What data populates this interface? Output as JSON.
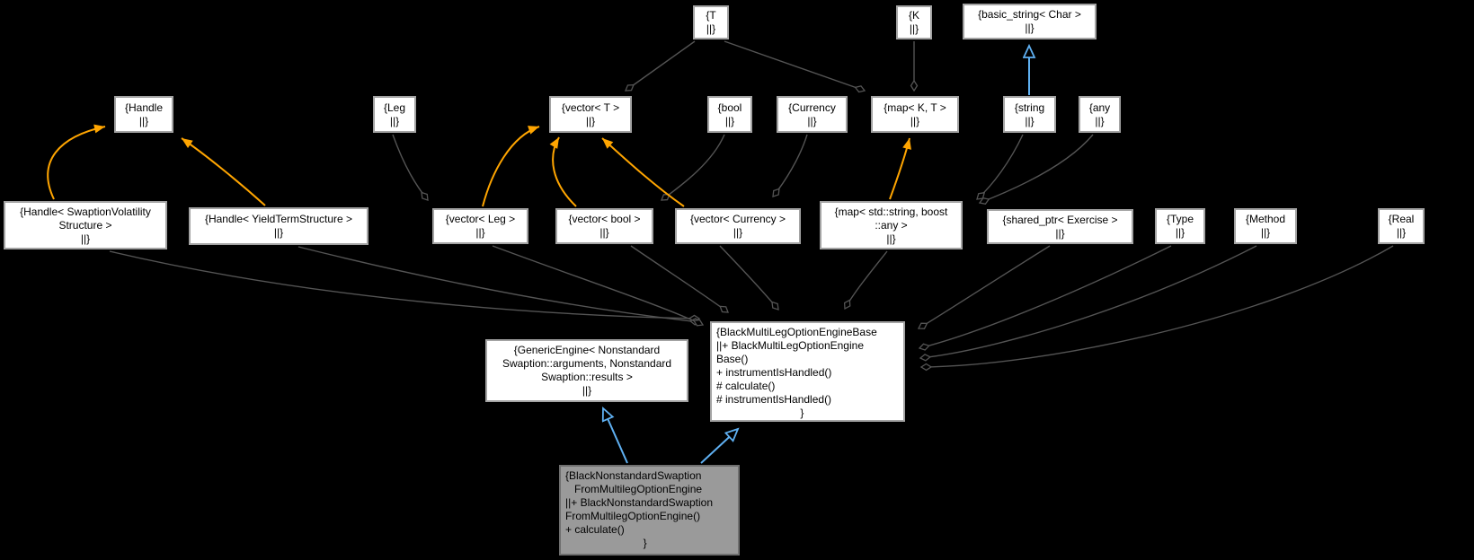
{
  "diagram": {
    "title": "Collaboration graph for BlackNonstandardSwaptionFromMultilegOptionEngine",
    "colors": {
      "background": "#000000",
      "node_fill": "#ffffff",
      "node_border": "#a3a3a3",
      "selected_node_fill": "#9a9a9a",
      "selected_node_border": "#6f6f6f",
      "text": "#000000",
      "usage_edge": "#545454",
      "aggregation_edge": "#ffa500",
      "inheritance_edge": "#5fb0f2"
    },
    "nodes": {
      "t": {
        "label": "{T\n||}"
      },
      "k": {
        "label": "{K\n||}"
      },
      "basic_string": {
        "label": "{basic_string< Char >\n||}"
      },
      "handle": {
        "label": "{Handle\n||}"
      },
      "leg": {
        "label": "{Leg\n||}"
      },
      "vector_t": {
        "label": "{vector< T >\n||}"
      },
      "bool": {
        "label": "{bool\n||}"
      },
      "currency": {
        "label": "{Currency\n||}"
      },
      "map_k_t": {
        "label": "{map< K, T >\n||}"
      },
      "string": {
        "label": "{string\n||}"
      },
      "any": {
        "label": "{any\n||}"
      },
      "handle_swaption_volatility_structure": {
        "label": "{Handle< SwaptionVolatility\nStructure >\n||}"
      },
      "handle_yield_term_structure": {
        "label": "{Handle< YieldTermStructure >\n||}"
      },
      "vector_leg": {
        "label": "{vector< Leg >\n||}"
      },
      "vector_bool": {
        "label": "{vector< bool >\n||}"
      },
      "vector_currency": {
        "label": "{vector< Currency >\n||}"
      },
      "map_std_string_boost_any": {
        "label": "{map< std::string, boost\n::any >\n||}"
      },
      "shared_ptr_exercise": {
        "label": "{shared_ptr< Exercise >\n||}"
      },
      "type": {
        "label": "{Type\n||}"
      },
      "method": {
        "label": "{Method\n||}"
      },
      "real": {
        "label": "{Real\n||}"
      },
      "generic_engine": {
        "label": "{GenericEngine< Nonstandard\nSwaption::arguments, Nonstandard\nSwaption::results >\n||}"
      },
      "black_multi_leg_option_engine_base": {
        "label": "{BlackMultiLegOptionEngineBase\n||+ BlackMultiLegOptionEngine\nBase()\n+ instrumentIsHandled()\n# calculate()\n# instrumentIsHandled()\n                            }"
      },
      "black_nonstandard_swaption": {
        "label": "{BlackNonstandardSwaption\n   FromMultilegOptionEngine\n||+ BlackNonstandardSwaption\nFromMultilegOptionEngine()\n+ calculate()\n                          }"
      }
    },
    "edges": [
      {
        "from": "T",
        "to": "vector< T >",
        "kind": "usage-diamond"
      },
      {
        "from": "T",
        "to": "map< K, T >",
        "kind": "usage-diamond"
      },
      {
        "from": "K",
        "to": "map< K, T >",
        "kind": "usage-diamond"
      },
      {
        "from": "Leg",
        "to": "vector< Leg >",
        "kind": "usage-diamond"
      },
      {
        "from": "bool",
        "to": "vector< bool >",
        "kind": "usage-diamond"
      },
      {
        "from": "Currency",
        "to": "vector< Currency >",
        "kind": "usage-diamond"
      },
      {
        "from": "string",
        "to": "map< std::string, boost::any >",
        "kind": "usage-diamond"
      },
      {
        "from": "any",
        "to": "map< std::string, boost::any >",
        "kind": "usage-diamond"
      },
      {
        "from": "Handle< SwaptionVolatilityStructure >",
        "to": "BlackMultiLegOptionEngineBase",
        "kind": "usage-diamond"
      },
      {
        "from": "Handle< YieldTermStructure >",
        "to": "BlackMultiLegOptionEngineBase",
        "kind": "usage-diamond"
      },
      {
        "from": "vector< Leg >",
        "to": "BlackMultiLegOptionEngineBase",
        "kind": "usage-diamond"
      },
      {
        "from": "vector< bool >",
        "to": "BlackMultiLegOptionEngineBase",
        "kind": "usage-diamond"
      },
      {
        "from": "vector< Currency >",
        "to": "BlackMultiLegOptionEngineBase",
        "kind": "usage-diamond"
      },
      {
        "from": "map< std::string, boost::any >",
        "to": "BlackMultiLegOptionEngineBase",
        "kind": "usage-diamond"
      },
      {
        "from": "shared_ptr< Exercise >",
        "to": "BlackMultiLegOptionEngineBase",
        "kind": "usage-diamond"
      },
      {
        "from": "Type",
        "to": "BlackMultiLegOptionEngineBase",
        "kind": "usage-diamond"
      },
      {
        "from": "Method",
        "to": "BlackMultiLegOptionEngineBase",
        "kind": "usage-diamond"
      },
      {
        "from": "Real",
        "to": "BlackMultiLegOptionEngineBase",
        "kind": "usage-diamond"
      },
      {
        "from": "Handle< SwaptionVolatilityStructure >",
        "to": "Handle",
        "kind": "template-instance-orange"
      },
      {
        "from": "Handle< YieldTermStructure >",
        "to": "Handle",
        "kind": "template-instance-orange"
      },
      {
        "from": "vector< Leg >",
        "to": "vector< T >",
        "kind": "template-instance-orange"
      },
      {
        "from": "vector< bool >",
        "to": "vector< T >",
        "kind": "template-instance-orange"
      },
      {
        "from": "vector< Currency >",
        "to": "vector< T >",
        "kind": "template-instance-orange"
      },
      {
        "from": "map< std::string, boost::any >",
        "to": "map< K, T >",
        "kind": "template-instance-orange"
      },
      {
        "from": "string",
        "to": "basic_string< Char >",
        "kind": "inheritance-blue"
      },
      {
        "from": "BlackNonstandardSwaptionFromMultilegOptionEngine",
        "to": "GenericEngine< NonstandardSwaption::arguments, NonstandardSwaption::results >",
        "kind": "inheritance-blue"
      },
      {
        "from": "BlackNonstandardSwaptionFromMultilegOptionEngine",
        "to": "BlackMultiLegOptionEngineBase",
        "kind": "inheritance-blue"
      }
    ]
  }
}
